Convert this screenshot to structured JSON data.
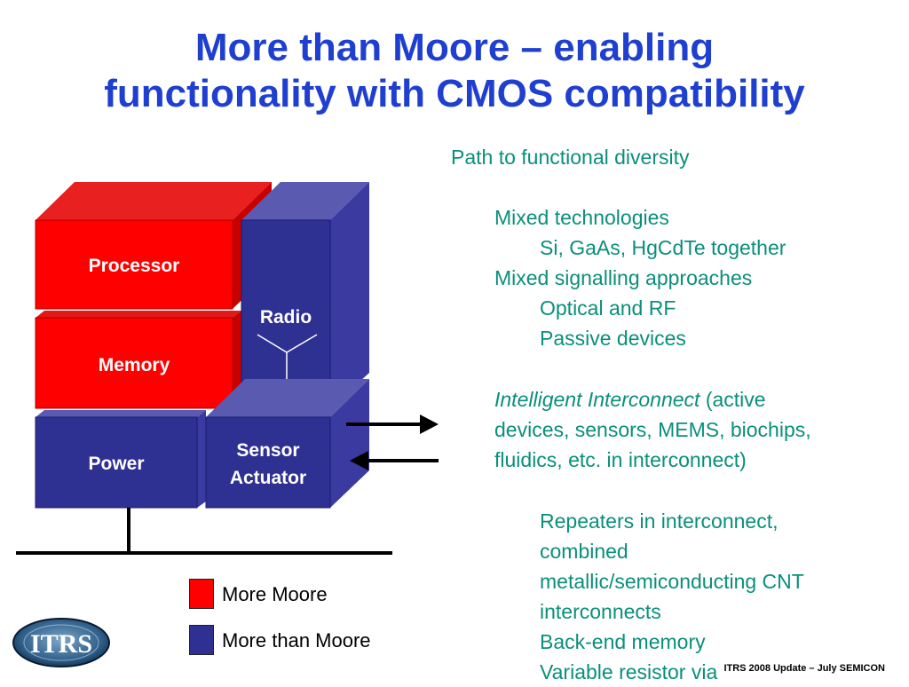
{
  "title": {
    "line1": "More than Moore – enabling",
    "line2": "functionality with CMOS compatibility"
  },
  "diagram": {
    "blocks": {
      "processor": "Processor",
      "memory": "Memory",
      "radio": "Radio",
      "power": "Power",
      "sensor_line1": "Sensor",
      "sensor_line2": "Actuator"
    },
    "colors": {
      "more_moore_front": "#ff0000",
      "more_moore_top": "#e01818",
      "more_than_moore_front": "#2e3192",
      "more_than_moore_top": "#5a5ab0",
      "more_than_moore_side": "#3a3aa0"
    }
  },
  "text": {
    "heading": "Path to functional diversity",
    "l1": "Mixed technologies",
    "l2": "Si, GaAs, HgCdTe together",
    "l3": "Mixed signalling approaches",
    "l4": "Optical and RF",
    "l5": "Passive devices",
    "l6_italic": "Intelligent Interconnect",
    "l6_rest": " (active",
    "l7": "devices, sensors, MEMS, biochips,",
    "l8": "fluidics, etc. in interconnect)",
    "l9": "Repeaters in interconnect,",
    "l10": "combined",
    "l11": "metallic/semiconducting CNT",
    "l12": "interconnects",
    "l13": "Back-end memory",
    "l14": "Variable resistor via"
  },
  "legend": {
    "more_moore": "More Moore",
    "more_than_moore": "More than Moore"
  },
  "logo": {
    "text": "ITRS",
    "icon": "itrs-globe-logo"
  },
  "footer": "ITRS 2008 Update – July SEMICON"
}
